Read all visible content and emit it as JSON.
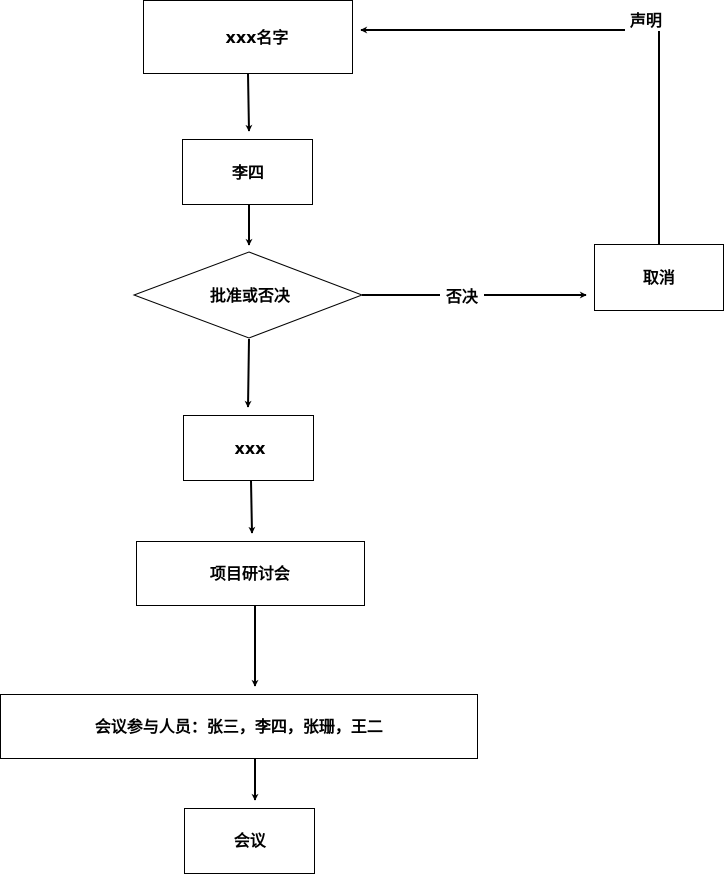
{
  "diagram": {
    "nodes": {
      "name": "xxx名字",
      "lisi": "李四",
      "decision": "批准或否决",
      "cancel": "取消",
      "xxx": "xxx",
      "seminar": "项目研讨会",
      "participants": "会议参与人员：张三，李四，张珊，王二",
      "meeting": "会议"
    },
    "edge_labels": {
      "reject": "否决",
      "statement": "声明"
    }
  }
}
